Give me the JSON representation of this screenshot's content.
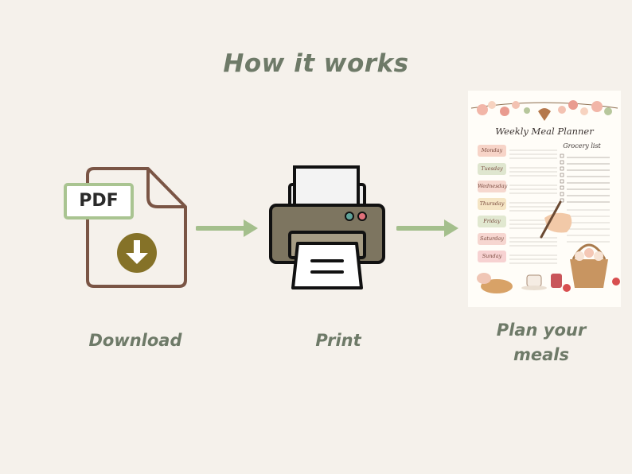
{
  "heading": "How it works",
  "steps": [
    {
      "label": "Download",
      "icon": "pdf-download-icon",
      "badge": "PDF"
    },
    {
      "label": "Print",
      "icon": "printer-icon"
    },
    {
      "label_line1": "Plan your",
      "label_line2": "meals",
      "icon": "meal-planner-preview"
    }
  ],
  "planner": {
    "title": "Weekly Meal Planner",
    "grocery_title": "Grocery list",
    "days": [
      {
        "name": "Monday",
        "color": "#f7d4c8"
      },
      {
        "name": "Tuesday",
        "color": "#dfe6cf"
      },
      {
        "name": "Wednesday",
        "color": "#f6d8cf"
      },
      {
        "name": "Thursday",
        "color": "#f5e5c4"
      },
      {
        "name": "Friday",
        "color": "#e1e8d0"
      },
      {
        "name": "Saturday",
        "color": "#f6d6d0"
      },
      {
        "name": "Sunday",
        "color": "#f7d2d2"
      }
    ]
  },
  "colors": {
    "background": "#f5f1eb",
    "text": "#6e7a68",
    "arrow": "#a4bf8c",
    "file_outline": "#7a5545",
    "pdf_badge_border": "#a9c491",
    "download_circle": "#857228",
    "printer_body": "#7d7560",
    "printer_tray": "#a69c84"
  }
}
